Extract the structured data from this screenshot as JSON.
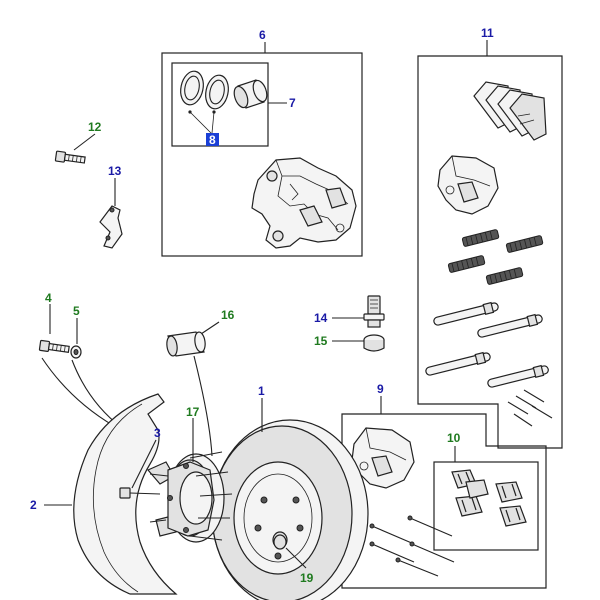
{
  "colors": {
    "blue_label": "#1a1aa6",
    "green_label": "#1f7a1f",
    "highlight_fill": "#1a3fd6",
    "highlight_text": "#ffffff",
    "line": "#222222"
  },
  "callouts": {
    "c1": "1",
    "c2": "2",
    "c3": "3",
    "c4": "4",
    "c5": "5",
    "c6": "6",
    "c7": "7",
    "c8": "8",
    "c9": "9",
    "c10": "10",
    "c11": "11",
    "c12": "12",
    "c13": "13",
    "c14": "14",
    "c15": "15",
    "c16": "16",
    "c17": "17",
    "c19": "19"
  }
}
